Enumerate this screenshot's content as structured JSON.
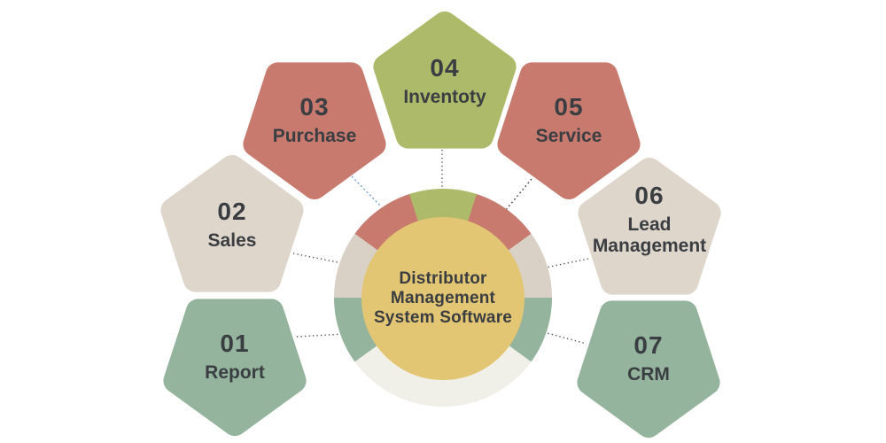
{
  "diagram": {
    "type": "hub-and-spoke infographic",
    "background_color": "#ffffff",
    "text_color": "#3a3e42"
  },
  "center": {
    "label": "Distributor Management System Software",
    "fill": "#e3c673",
    "text_color": "#3a3e42"
  },
  "ring": {
    "description": "donut ring around hub, 7 colored segments matching nodes plus ivory filler at bottom",
    "colors": {
      "olive": "#adba6a",
      "red": "#c87a6e",
      "beige": "#d9d0c6",
      "green": "#94b49d",
      "filler": "#f0f0e9"
    }
  },
  "items": [
    {
      "number": "01",
      "label": "Report",
      "color": "#94b49d",
      "orientation": "point-down",
      "position": "bottom-left"
    },
    {
      "number": "02",
      "label": "Sales",
      "color": "#ded5cb",
      "orientation": "point-up",
      "position": "left"
    },
    {
      "number": "03",
      "label": "Purchase",
      "color": "#c87a6e",
      "orientation": "point-down",
      "position": "upper-left"
    },
    {
      "number": "04",
      "label": "Inventoty",
      "color": "#adba6a",
      "orientation": "point-up",
      "position": "top"
    },
    {
      "number": "05",
      "label": "Service",
      "color": "#c87a6e",
      "orientation": "point-down",
      "position": "upper-right"
    },
    {
      "number": "06",
      "label": "Lead Management",
      "color": "#ded5cb",
      "orientation": "point-up",
      "position": "right"
    },
    {
      "number": "07",
      "label": "CRM",
      "color": "#94b49d",
      "orientation": "point-down",
      "position": "bottom-right"
    }
  ],
  "connectors": {
    "default_color": "#4a4a4a",
    "highlight_color": "#6f9fd8",
    "style": "dotted"
  }
}
